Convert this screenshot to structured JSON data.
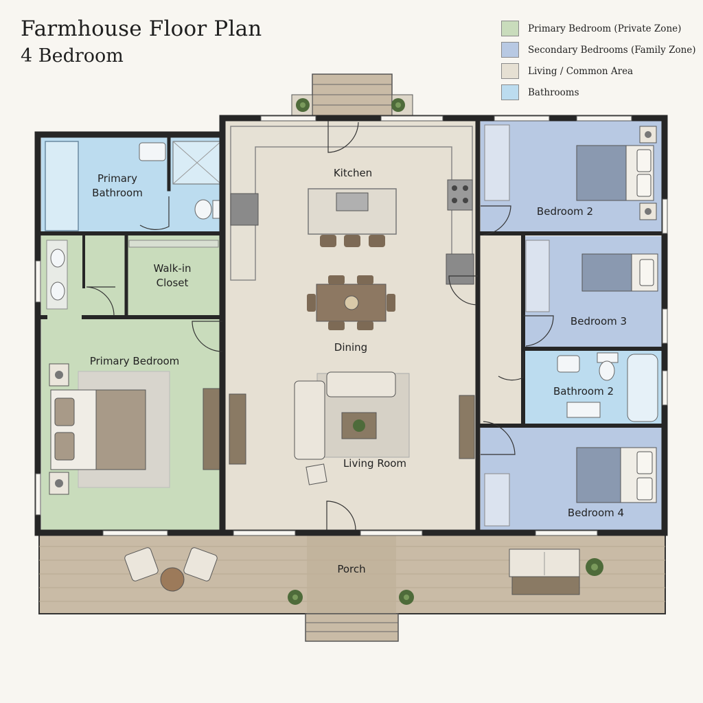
{
  "header": {
    "title": "Farmhouse Floor Plan",
    "subtitle": "4 Bedroom"
  },
  "legend": {
    "items": [
      {
        "label": "Primary Bedroom (Private Zone)",
        "color": "#c9dcbc"
      },
      {
        "label": "Secondary Bedrooms (Family Zone)",
        "color": "#b8c9e3"
      },
      {
        "label": "Living / Common Area",
        "color": "#e6e0d3"
      },
      {
        "label": "Bathrooms",
        "color": "#bcdcef"
      }
    ]
  },
  "rooms": {
    "primary_bathroom_line1": "Primary",
    "primary_bathroom_line2": "Bathroom",
    "walkin_closet_line1": "Walk-in",
    "walkin_closet_line2": "Closet",
    "primary_bedroom": "Primary Bedroom",
    "kitchen": "Kitchen",
    "dining": "Dining",
    "living_room": "Living Room",
    "bedroom_2": "Bedroom 2",
    "bedroom_3": "Bedroom 3",
    "bathroom_2": "Bathroom 2",
    "bedroom_4": "Bedroom 4",
    "porch": "Porch"
  },
  "colors": {
    "wall": "#262626",
    "primary_zone": "#c9dcbc",
    "family_zone": "#b8c9e3",
    "common_area": "#e6e0d3",
    "bathroom": "#bcdcef",
    "porch_deck": "#c9bba6",
    "furniture_wood": "#8a7a64",
    "bed_cover": "#a89a88"
  }
}
